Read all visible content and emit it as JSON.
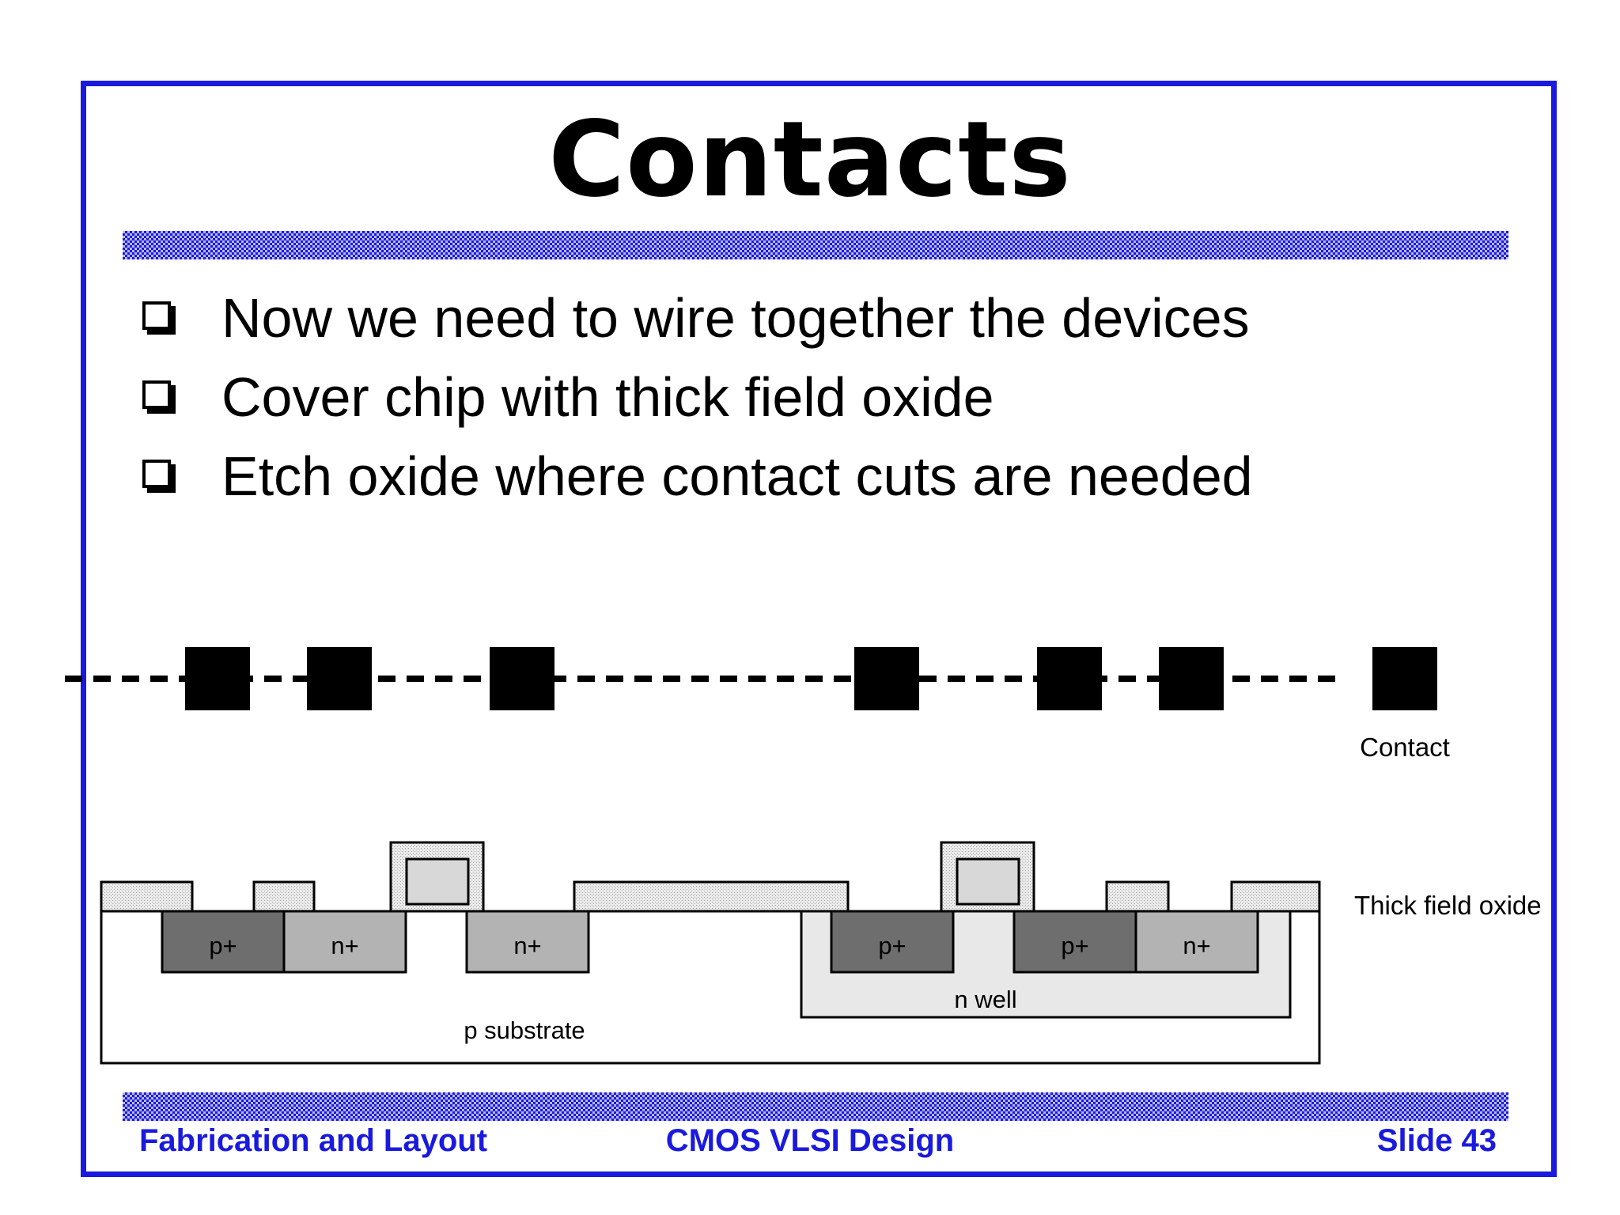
{
  "slide": {
    "title": "Contacts",
    "bullets": [
      "Now we need to wire together the devices",
      "Cover chip with thick field oxide",
      "Etch oxide where contact cuts are needed"
    ]
  },
  "diagram": {
    "legend": {
      "contact": "Contact",
      "thick_field_oxide": "Thick field oxide"
    },
    "regions": {
      "p_plus_1": "p+",
      "n_plus_1": "n+",
      "n_plus_2": "n+",
      "p_plus_2": "p+",
      "p_plus_3": "p+",
      "n_plus_3": "n+",
      "n_well": "n well",
      "p_substrate": "p substrate"
    }
  },
  "footer": {
    "left": "Fabrication and Layout",
    "center": "CMOS VLSI Design",
    "right": "Slide 43"
  },
  "colors": {
    "frame": "#1a1adf",
    "footer_text": "#1a1adf",
    "p_plus": "#6e6e6e",
    "n_plus": "#b3b3b3",
    "n_well": "#e8e8e8",
    "oxide": "#e0e0e0",
    "contact": "#000000"
  }
}
